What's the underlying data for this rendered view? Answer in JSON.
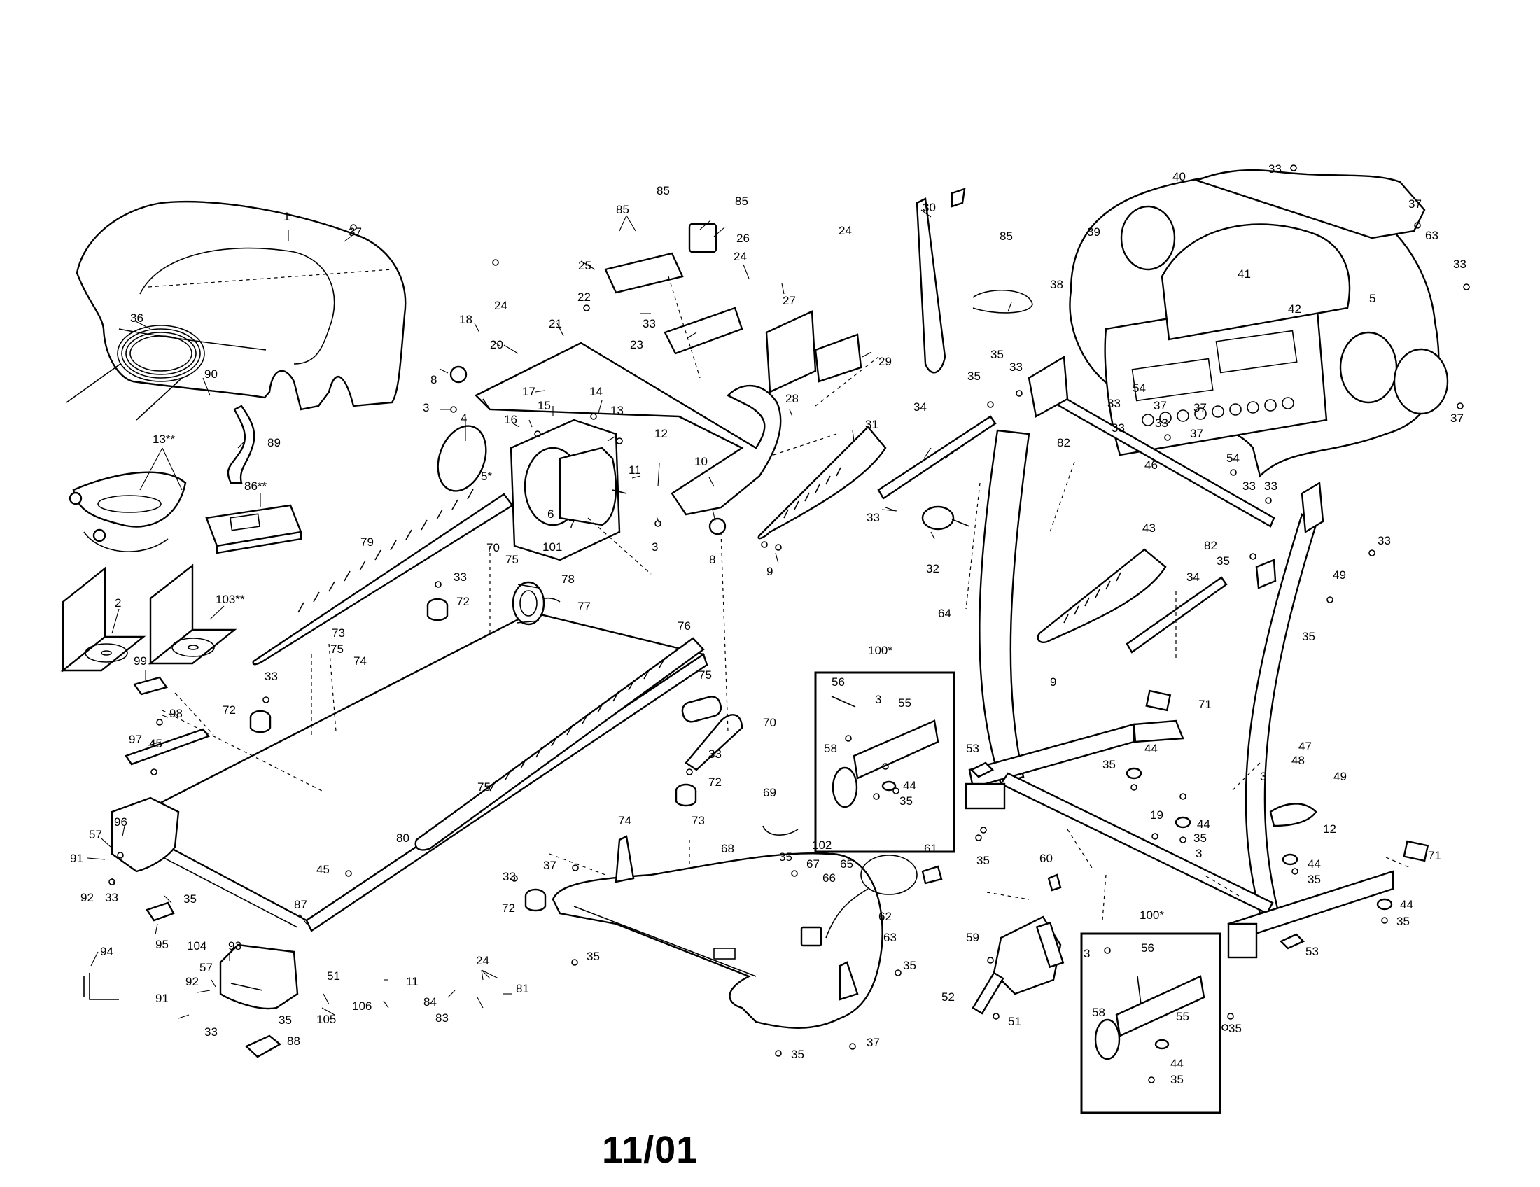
{
  "footer": {
    "date_code": "11/01"
  },
  "part_labels": {
    "p1": "1",
    "p37a": "37",
    "p36": "36",
    "p90": "90",
    "p89": "89",
    "p13": "13**",
    "p86": "86**",
    "p2": "2",
    "p103": "103**",
    "p99": "99",
    "p98": "98",
    "p97": "97",
    "p45a": "45",
    "p96": "96",
    "p57a": "57",
    "p91a": "91",
    "p92a": "92",
    "p33a": "33",
    "p35a": "35",
    "p95": "95",
    "p104": "104",
    "p94": "94",
    "p93": "93",
    "p57b": "57",
    "p92b": "92",
    "p91b": "91",
    "p33b": "33",
    "p35b": "35",
    "p88": "88",
    "p87": "87",
    "p51a": "51",
    "p105": "105",
    "p106": "106",
    "p11a": "11",
    "p84": "84",
    "p83": "83",
    "p24a": "24",
    "p81": "81",
    "p18": "18",
    "p20": "20",
    "p24b": "24",
    "p21": "21",
    "p22": "22",
    "p8a": "8",
    "p3a": "3",
    "p4": "4",
    "p17": "17",
    "p15": "15",
    "p16": "16",
    "p14": "14",
    "p13b": "13",
    "p5": "5*",
    "p6": "6",
    "p7": "7",
    "p11b": "11",
    "p12a": "12",
    "p10": "10",
    "p3b": "3",
    "p8b": "8",
    "p85a": "85",
    "p85b": "85",
    "p85c": "85",
    "p25": "25",
    "p26": "26",
    "p24c": "24",
    "p33c": "33",
    "p23": "23",
    "p27": "27",
    "p24d": "24",
    "p28": "28",
    "p29": "29",
    "p31": "31",
    "p9a": "9",
    "p79": "79",
    "p70a": "70",
    "p75a": "75",
    "p101": "101",
    "p78": "78",
    "p33d": "33",
    "p72a": "72",
    "p73a": "73",
    "p74a": "74",
    "p75b": "75",
    "p33e": "33",
    "p72b": "72",
    "p77": "77",
    "p76": "76",
    "p75c": "75",
    "p70b": "70",
    "p75d": "75",
    "p33f": "33",
    "p72c": "72",
    "p74b": "74",
    "p73b": "73",
    "p80": "80",
    "p45b": "45",
    "p37b": "37",
    "p33g": "33",
    "p72d": "72",
    "p35c": "35",
    "p68": "68",
    "p69": "69",
    "p35d": "35",
    "p102": "102",
    "p67": "67",
    "p66": "66",
    "p65": "65",
    "p61": "61",
    "p62": "62",
    "p63a": "63",
    "p35e": "35",
    "p35f": "35",
    "p37c": "37",
    "p100a": "100*",
    "p56a": "56",
    "p3c": "3",
    "p55a": "55",
    "p58a": "58",
    "p44a": "44",
    "p35g": "35",
    "p30": "30",
    "p85d": "85",
    "p34a": "34",
    "p33h": "33",
    "p32": "32",
    "p35h": "35",
    "p35i": "35",
    "p33i": "33",
    "p82a": "82",
    "p64": "64",
    "p43": "43",
    "p34b": "34",
    "p9b": "9",
    "p40": "40",
    "p33j": "33",
    "p39": "39",
    "p38": "38",
    "p41": "41",
    "p42": "42",
    "p5b": "5",
    "p37d": "37",
    "p63b": "63",
    "p33k": "33",
    "p54a": "54",
    "p33l": "33",
    "p33m": "33",
    "p37e": "37",
    "p37f": "37",
    "p33n": "33",
    "p37g": "37",
    "p37h": "37",
    "p54b": "54",
    "p33o": "33",
    "p33p": "33",
    "p46": "46",
    "p82b": "82",
    "p35j": "35",
    "p33q": "33",
    "p49a": "49",
    "p35k": "35",
    "p71a": "71",
    "p53a": "53",
    "p44b": "44",
    "p35l": "35",
    "p35m": "35",
    "p47": "47",
    "p48": "48",
    "p49b": "49",
    "p3d": "3",
    "p19": "19",
    "p44c": "44",
    "p35n": "35",
    "p3e": "3",
    "p12b": "12",
    "p44d": "44",
    "p35o": "35",
    "p71b": "71",
    "p44e": "44",
    "p35p": "35",
    "p60": "60",
    "p59": "59",
    "p52": "52",
    "p51b": "51",
    "p100b": "100*",
    "p3f": "3",
    "p56b": "56",
    "p58b": "58",
    "p55b": "55",
    "p44f": "44",
    "p35q": "35",
    "p53b": "53",
    "p35r": "35"
  }
}
